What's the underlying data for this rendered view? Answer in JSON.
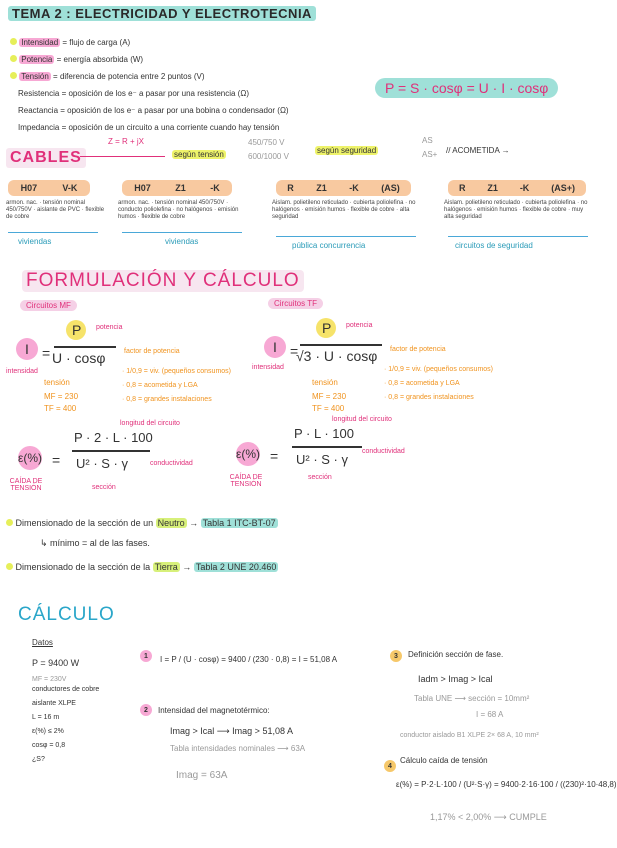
{
  "title": "TEMA 2 : ELECTRICIDAD Y ELECTROTECNIA",
  "definitions": [
    {
      "term": "Intensidad",
      "text": "= flujo de carga (A)"
    },
    {
      "term": "Potencia",
      "text": "= energía absorbida (W)"
    },
    {
      "term": "Tensión",
      "text": "= diferencia de potencia entre 2 puntos (V)"
    }
  ],
  "resistance": "Resistencia = oposición de los e⁻ a pasar por una resistencia (Ω)",
  "reactance": "Reactancia = oposición de los e⁻ a pasar por una bobina o condensador (Ω)",
  "impedance": "Impedancia = oposición de un circuito a una corriente cuando hay tensión",
  "impedance_formula": "Z = R + jX",
  "power_formula": "P = S · cosφ = U · I · cosφ",
  "cables": {
    "heading": "CABLES",
    "by_voltage_label": "según tensión",
    "voltage_1": "450/750 V",
    "voltage_2": "600/1000 V",
    "by_safety_label": "según seguridad",
    "safety_1": "AS",
    "safety_2": "AS+",
    "acometida": "ACOMETIDA"
  },
  "cable_codes": [
    {
      "parts": [
        "H07",
        "V-K"
      ],
      "notes": [
        "armon. nac.",
        "tensión nominal 450/750V",
        "aislante de PVC",
        "flexible de cobre"
      ],
      "use": "viviendas"
    },
    {
      "parts": [
        "H07",
        "Z1",
        "-K"
      ],
      "notes": [
        "armon. nac.",
        "tensión nominal 450/750V",
        "conducto poliolefina",
        "no halógenos",
        "emisión humos",
        "flexible de cobre"
      ],
      "use": "viviendas"
    },
    {
      "parts": [
        "R",
        "Z1",
        "-K",
        "(AS)"
      ],
      "notes": [
        "Aislam. polietileno reticulado",
        "cubierta poliolefina",
        "no halógenos",
        "emisión humos",
        "flexible de cobre",
        "alta seguridad"
      ],
      "use": "pública concurrencia"
    },
    {
      "parts": [
        "R",
        "Z1",
        "-K",
        "(AS+)"
      ],
      "notes": [
        "Aislam. polietileno reticulado",
        "cubierta poliolefina",
        "no halógenos",
        "emisión humos",
        "flexible de cobre",
        "muy alta seguridad"
      ],
      "use": "circuitos de seguridad"
    }
  ],
  "formulacion": {
    "heading": "FORMULACIÓN Y CÁLCULO",
    "mf_label": "Circuitos MF",
    "tf_label": "Circuitos TF",
    "potencia": "potencia",
    "intensidad": "intensidad",
    "tension": "tensión",
    "factor": "factor de potencia",
    "mf_voltage": "MF = 230",
    "tf_voltage": "TF = 400",
    "factor_values": [
      "· 1/0,9 = viv. (pequeños consumos)",
      "· 0,8 = acometida y LGA",
      "· 0,8 = grandes instalaciones"
    ],
    "longitud": "longitud del circuito",
    "conductividad": "conductividad",
    "seccion": "sección",
    "caida": "CAÍDA DE TENSIÓN",
    "mf_formula_num": "P · 2 · L · 100",
    "mf_formula_den": "U² · S · γ",
    "tf_formula_num": "P · L · 100",
    "tf_formula_den": "U² · S · γ"
  },
  "dimension_lines": [
    {
      "text": "Dimensionado de la sección de un",
      "highlight": "Neutro",
      "target": "Tabla 1 ITC-BT-07"
    },
    {
      "text": "Dimensionado de la sección de la",
      "highlight": "Tierra",
      "target": "Tabla 2 UNE 20.460"
    }
  ],
  "neutral_min": "↳ mínimo = al de las fases.",
  "calculo": {
    "heading": "CÁLCULO",
    "datos_label": "Datos",
    "datos": [
      "P = 9400 W",
      "MF = 230V",
      "conductores de cobre",
      "aislante XLPE",
      "L = 16 m",
      "ε(%) ≤ 2%",
      "cosφ = 0,8",
      "¿S?"
    ],
    "step1_formula": "I = P / (U · cosφ) = 9400 / (230 · 0,8) = I = 51,08 A",
    "step2_title": "Intensidad del magnetotérmico:",
    "step2_line1": "Imag > Ical ⟶ Imag > 51,08 A",
    "step2_line2": "Tabla intensidades nominales ⟶ 63A",
    "step2_result": "Imag = 63A",
    "step3_title": "Definición sección de fase.",
    "step3_line1": "Iadm > Imag > Ical",
    "step3_line2": "Tabla UNE ⟶ sección = 10mm²",
    "step3_line3": "I = 68 A",
    "step3_line4": "conductor aislado B1 XLPE 2× 68 A, 10 mm²",
    "step4_title": "Cálculo caída de tensión",
    "step4_formula": "ε(%) = P·2·L·100 / (U²·S·γ) = 9400·2·16·100 / ((230)²·10·48,8)",
    "step4_result": "1,17% < 2,00% ⟶ CUMPLE"
  }
}
